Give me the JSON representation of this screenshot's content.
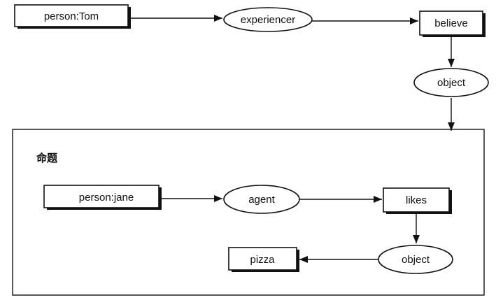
{
  "container": {
    "label": "命题"
  },
  "nodes": {
    "person_tom": "person:Tom",
    "experiencer": "experiencer",
    "believe": "believe",
    "object_outer": "object",
    "person_jane": "person:jane",
    "agent": "agent",
    "likes": "likes",
    "object_inner": "object",
    "pizza": "pizza"
  },
  "edges": [
    {
      "from": "person:Tom",
      "to": "experiencer"
    },
    {
      "from": "experiencer",
      "to": "believe"
    },
    {
      "from": "believe",
      "to": "object"
    },
    {
      "from": "object",
      "to": "命题"
    },
    {
      "from": "person:jane",
      "to": "agent"
    },
    {
      "from": "agent",
      "to": "likes"
    },
    {
      "from": "likes",
      "to": "object"
    },
    {
      "from": "object",
      "to": "pizza"
    }
  ]
}
